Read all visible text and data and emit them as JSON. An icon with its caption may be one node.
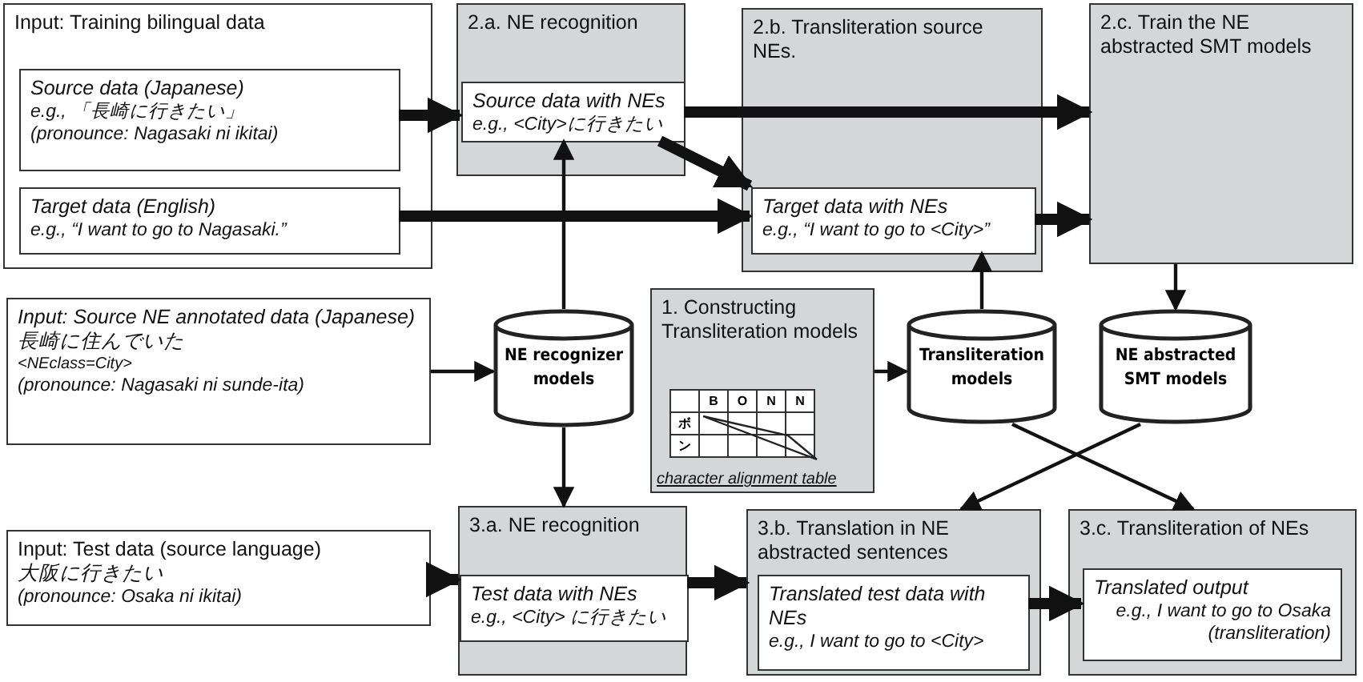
{
  "diagram": {
    "nodes": [
      {
        "text": [
          "Input: Training bilingual data"
        ]
      },
      {
        "text": [
          "Source data (Japanese)",
          "e.g., 「長崎に行きたい」",
          "(pronounce: Nagasaki ni ikitai)"
        ],
        "in": 0
      },
      {
        "text": [
          "Target data (English)",
          "e.g., “I want to go to Nagasaki.”"
        ],
        "in": 0
      },
      {
        "text": [
          "2.a. NE recognition"
        ]
      },
      {
        "text": [
          "Source data with NEs",
          "e.g., <City>に行きたい"
        ],
        "in": 3
      },
      {
        "text": [
          "2.b. Transliteration source NEs."
        ]
      },
      {
        "text": [
          "Target data with NEs",
          "e.g., “I want to go to <City>”"
        ],
        "in": 5
      },
      {
        "text": [
          "2.c. Train the NE abstracted SMT models"
        ]
      },
      {
        "text": [
          "Input: Source NE annotated data (Japanese)",
          "長崎に住んでいた",
          "<NEclass=City>",
          "(pronounce: Nagasaki ni sunde-ita)"
        ]
      },
      {
        "text": [
          "NE recognizer models"
        ]
      },
      {
        "text": [
          "1. Constructing Transliteration models"
        ]
      },
      {
        "text": [
          "B",
          "O",
          "N",
          "N",
          "ボ",
          "ン"
        ],
        "beside": [
          "character alignment table"
        ],
        "in": 10
      },
      {
        "text": [
          "Transliteration models"
        ]
      },
      {
        "text": [
          "NE abstracted SMT models"
        ]
      },
      {
        "text": [
          "Input: Test data (source language)",
          "大阪に行きたい",
          "(pronounce: Osaka ni ikitai)"
        ]
      },
      {
        "text": [
          "3.a. NE recognition"
        ]
      },
      {
        "text": [
          "Test data with NEs",
          "e.g., <City> に行きたい"
        ],
        "in": 15
      },
      {
        "text": [
          "3.b. Translation in NE abstracted sentences"
        ]
      },
      {
        "text": [
          "Translated test data with NEs",
          "e.g., I want to go to <City>"
        ],
        "in": 17
      },
      {
        "text": [
          "3.c. Transliteration of NEs"
        ]
      },
      {
        "text": [
          "Translated output",
          "e.g., I want to go to Osaka (transliteration)"
        ],
        "in": 19
      }
    ],
    "edges": [
      {
        "from": 1,
        "to": 4,
        "arrow": "to",
        "style": "thick"
      },
      {
        "from": 2,
        "to": 6,
        "arrow": "to",
        "style": "thick"
      },
      {
        "from": 4,
        "to": 6,
        "arrow": "to",
        "style": "thick"
      },
      {
        "from": 4,
        "to": 7,
        "arrow": "to",
        "style": "thick"
      },
      {
        "from": 6,
        "to": 7,
        "arrow": "to",
        "style": "thick"
      },
      {
        "from": 8,
        "to": 9,
        "arrow": "to"
      },
      {
        "from": 9,
        "to": 4,
        "arrow": "to"
      },
      {
        "from": 9,
        "to": 15,
        "arrow": "to"
      },
      {
        "from": 10,
        "to": 12,
        "arrow": "to"
      },
      {
        "from": 12,
        "to": 6,
        "arrow": "to"
      },
      {
        "from": 7,
        "to": 13,
        "arrow": "to"
      },
      {
        "from": 13,
        "to": 17,
        "arrow": "to"
      },
      {
        "from": 12,
        "to": 19,
        "arrow": "to"
      },
      {
        "from": 14,
        "to": 16,
        "arrow": "to",
        "style": "thick"
      },
      {
        "from": 16,
        "to": 17,
        "arrow": "to",
        "style": "thick"
      },
      {
        "from": 18,
        "to": 20,
        "arrow": "to",
        "style": "thick"
      }
    ]
  }
}
